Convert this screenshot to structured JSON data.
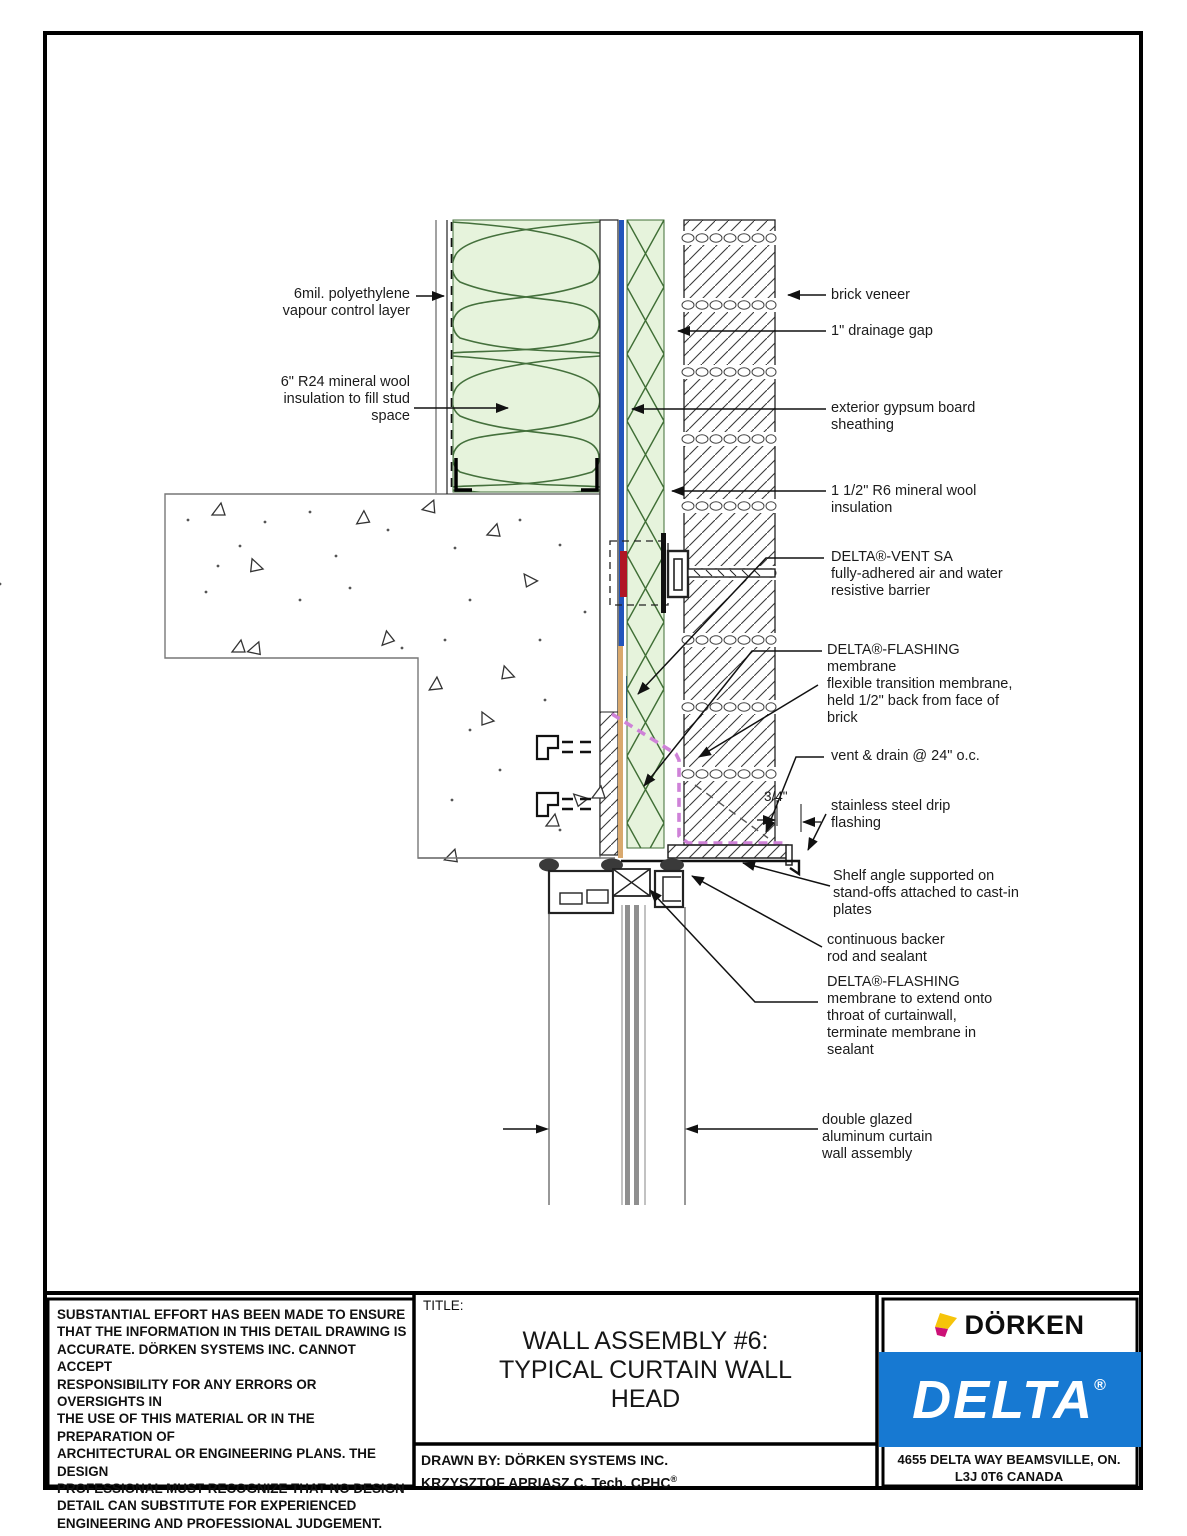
{
  "page": {
    "labels": {
      "vapour_control": "6mil. polyethylene\nvapour control layer",
      "stud_insulation": "6\" R24 mineral wool\ninsulation to fill stud\nspace",
      "brick_veneer": "brick veneer",
      "drainage_gap": "1\" drainage gap",
      "gypsum_sheathing": "exterior gypsum board\nsheathing",
      "r6_insulation": "1 1/2\" R6 mineral wool\ninsulation",
      "delta_vent_sa": "DELTA®-VENT SA\nfully-adhered air and water\nresistive barrier",
      "delta_flashing": "DELTA®-FLASHING\nmembrane",
      "flexible_transition": "flexible transition membrane,\nheld 1/2\" back from face of\nbrick",
      "vent_drain": "vent & drain @ 24\" o.c.",
      "dim_three_quarter": "3/4\"",
      "drip_flashing": "stainless steel drip\nflashing",
      "shelf_angle": "Shelf angle supported on\nstand-offs attached to cast-in\nplates",
      "backer_rod": "continuous backer\nrod and sealant",
      "delta_flashing_throat": "DELTA®-FLASHING\nmembrane to extend onto\nthroat of curtainwall,\nterminate membrane in\nsealant",
      "curtain_wall": "double glazed\naluminum curtain\nwall assembly"
    },
    "title_block": {
      "disclaimer": "SUBSTANTIAL EFFORT HAS BEEN MADE TO ENSURE\nTHAT THE INFORMATION IN THIS DETAIL DRAWING IS\nACCURATE. DÖRKEN SYSTEMS INC. CANNOT ACCEPT\nRESPONSIBILITY FOR ANY ERRORS OR OVERSIGHTS IN\nTHE USE OF THIS MATERIAL OR IN THE PREPARATION OF\nARCHITECTURAL OR ENGINEERING PLANS. THE DESIGN\nPROFESSIONAL MUST RECOGNIZE THAT NO DESIGN\nDETAIL CAN SUBSTITUTE FOR EXPERIENCED\nENGINEERING AND PROFESSIONAL JUDGEMENT.",
      "title_label": "TITLE:",
      "title": "WALL ASSEMBLY #6:\nTYPICAL CURTAIN WALL\nHEAD",
      "drawn_by_line1": "DRAWN BY: DÖRKEN SYSTEMS INC.",
      "drawn_by_line2": "KRZYSZTOF APRIASZ C. Tech. CPHC",
      "registered_mark": "®",
      "brand": "DÖRKEN",
      "product": "DELTA",
      "address": "4655 DELTA WAY BEAMSVILLE, ON.\nL3J 0T6 CANADA"
    },
    "colors": {
      "delta_blue": "#1779d2",
      "insulation_green": "#e6f3dc",
      "vent_sa_blue": "#2255bb",
      "flashing_tan": "#d9a96e",
      "transition_membrane_pink": "#cf82d8",
      "tie_red": "#b01525"
    }
  }
}
